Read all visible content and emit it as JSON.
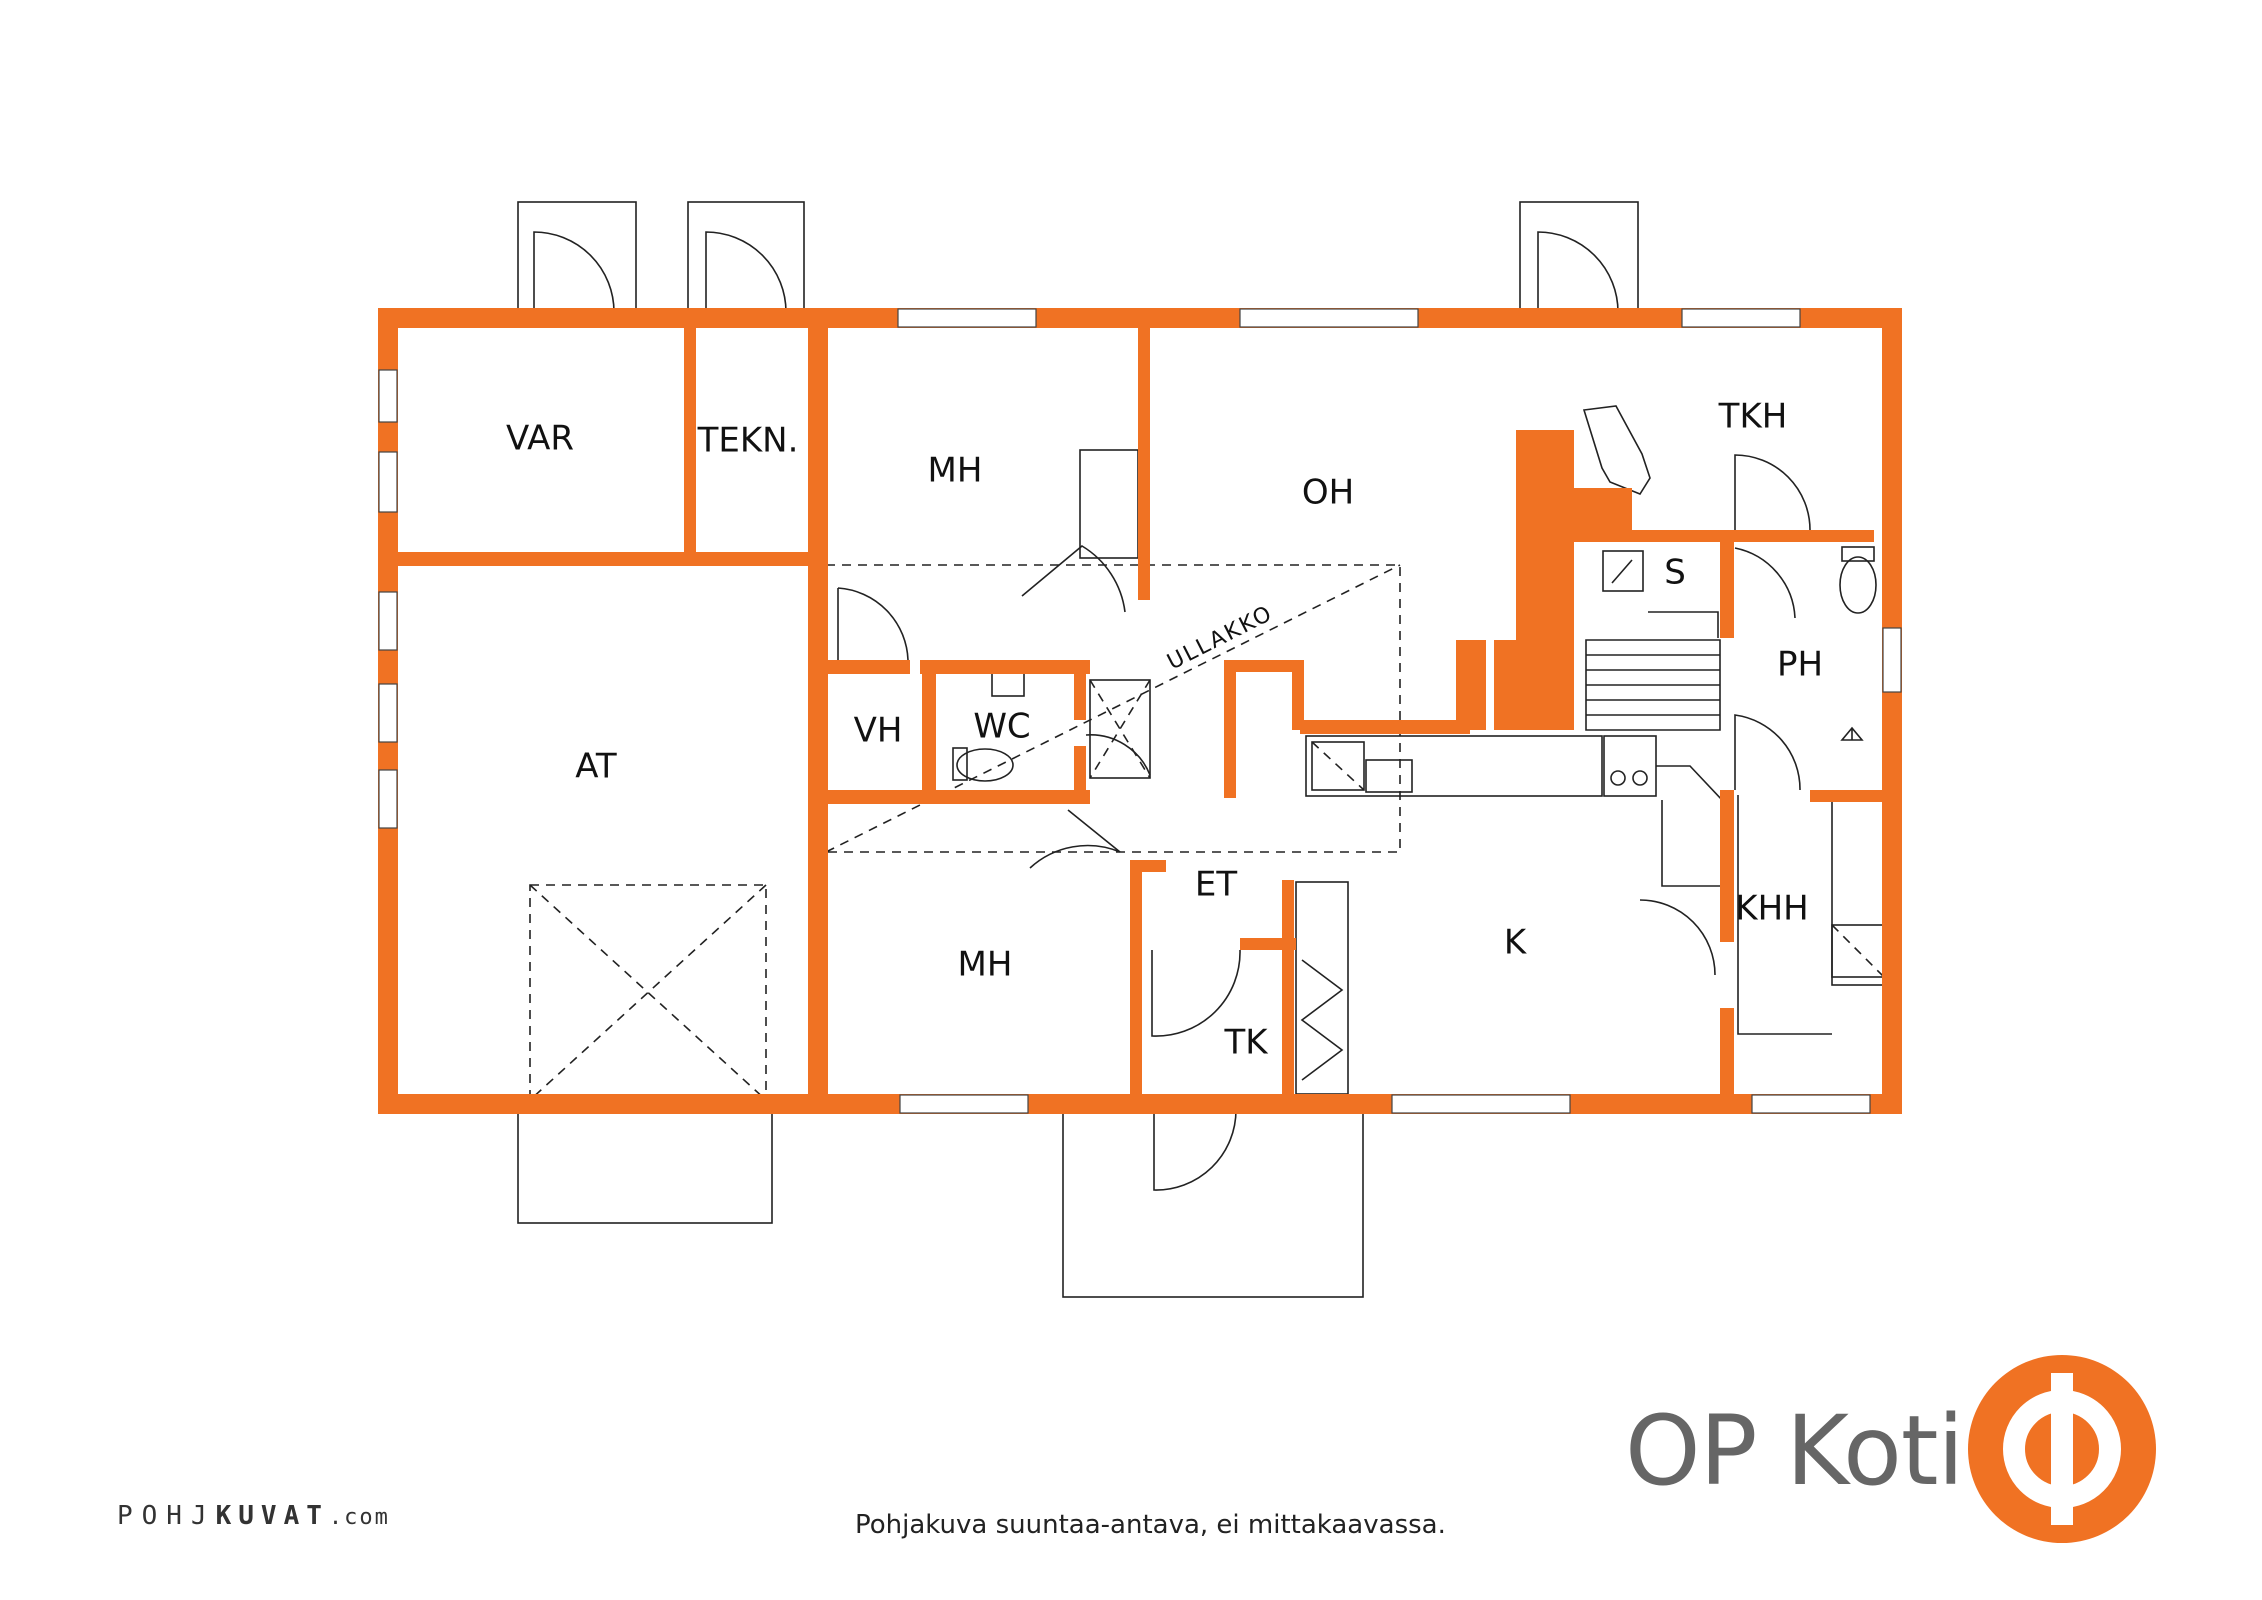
{
  "rooms": {
    "var": "VAR",
    "tekn": "TEKN.",
    "mh_upper": "MH",
    "oh": "OH",
    "tkh": "TKH",
    "s": "S",
    "ph": "PH",
    "vh": "VH",
    "wc": "WC",
    "at": "AT",
    "et": "ET",
    "k": "K",
    "khh": "KHH",
    "mh_lower": "MH",
    "tk": "TK"
  },
  "attic_label": "ULLAKKO",
  "brand_name": "OP Koti",
  "disclaimer": "Pohjakuva suuntaa-antava, ei mittakaavassa.",
  "source": {
    "left": "POHJ",
    "right": "KUVAT",
    "domain": ".com"
  },
  "colors": {
    "wall": "#f07223",
    "brand_text": "#666666",
    "logo": "#f07223"
  },
  "icons": [
    "op-logo-icon",
    "pohjakuvat-logo-icon"
  ]
}
